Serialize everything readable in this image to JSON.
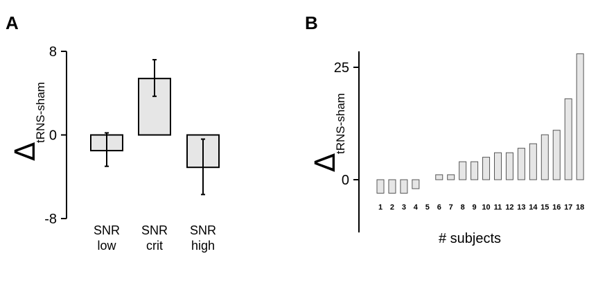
{
  "panels": {
    "a_letter": "A",
    "b_letter": "B"
  },
  "chart_data": [
    {
      "type": "bar",
      "panel": "A",
      "ylabel": "Δ",
      "ylabel_subscript": "tRNS-sham",
      "xlabel": "",
      "ylim": [
        -8,
        8
      ],
      "yticks": [
        "8",
        "0",
        "-8"
      ],
      "categories": [
        [
          "SNR",
          "low"
        ],
        [
          "SNR",
          "crit"
        ],
        [
          "SNR",
          "high"
        ]
      ],
      "values": [
        -1.5,
        5.4,
        -3.1
      ],
      "error_low": [
        -3.0,
        3.7,
        -5.7
      ],
      "error_high": [
        0.2,
        7.2,
        -0.4
      ],
      "bar_color": "#e6e6e6",
      "grid": false,
      "legend": "none"
    },
    {
      "type": "bar",
      "panel": "B",
      "ylabel": "Δ",
      "ylabel_subscript": "tRNS-sham",
      "xlabel": "# subjects",
      "yticks": [
        "25",
        "0"
      ],
      "ylim": [
        -11.5,
        28
      ],
      "categories": [
        "1",
        "2",
        "3",
        "4",
        "5",
        "6",
        "7",
        "8",
        "9",
        "10",
        "11",
        "12",
        "13",
        "14",
        "15",
        "16",
        "17",
        "18"
      ],
      "values": [
        -3.0,
        -3.0,
        -3.0,
        -2.0,
        0,
        1.1,
        1.1,
        4.0,
        4.0,
        5.0,
        6.0,
        6.0,
        7.0,
        8.0,
        10.0,
        11.0,
        18.0,
        28.0
      ],
      "bar_color": "#e6e6e6",
      "grid": false,
      "legend": "none"
    }
  ]
}
